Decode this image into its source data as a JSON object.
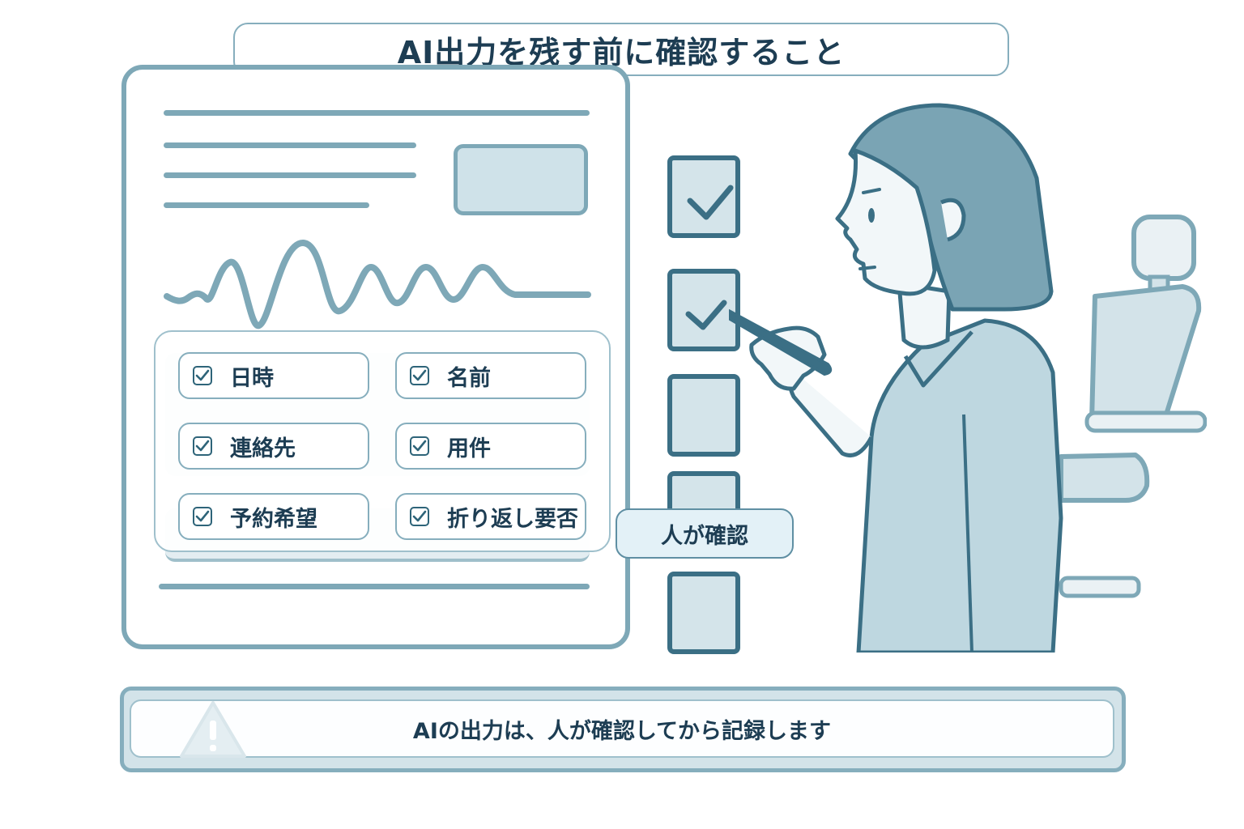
{
  "title": "AI出力を残す前に確認すること",
  "checklist": [
    {
      "label": "日時",
      "checked": true
    },
    {
      "label": "名前",
      "checked": true
    },
    {
      "label": "連絡先",
      "checked": true
    },
    {
      "label": "用件",
      "checked": true
    },
    {
      "label": "予約希望",
      "checked": true
    },
    {
      "label": "折り返し要否",
      "checked": true
    }
  ],
  "human_check_label": "人が確認",
  "review_boxes": [
    {
      "checked": true
    },
    {
      "checked": true
    },
    {
      "checked": false
    },
    {
      "checked": false
    },
    {
      "checked": false
    }
  ],
  "banner_text": "AIの出力は、人が確認してから記録します",
  "colors": {
    "primary": "#3b6f85",
    "accent": "#7ea8b7",
    "fill": "#d4e4ea",
    "text": "#1d3d53"
  },
  "icons": [
    "check-icon",
    "warning-icon",
    "waveform-icon",
    "person-illustration",
    "chair-illustration"
  ]
}
